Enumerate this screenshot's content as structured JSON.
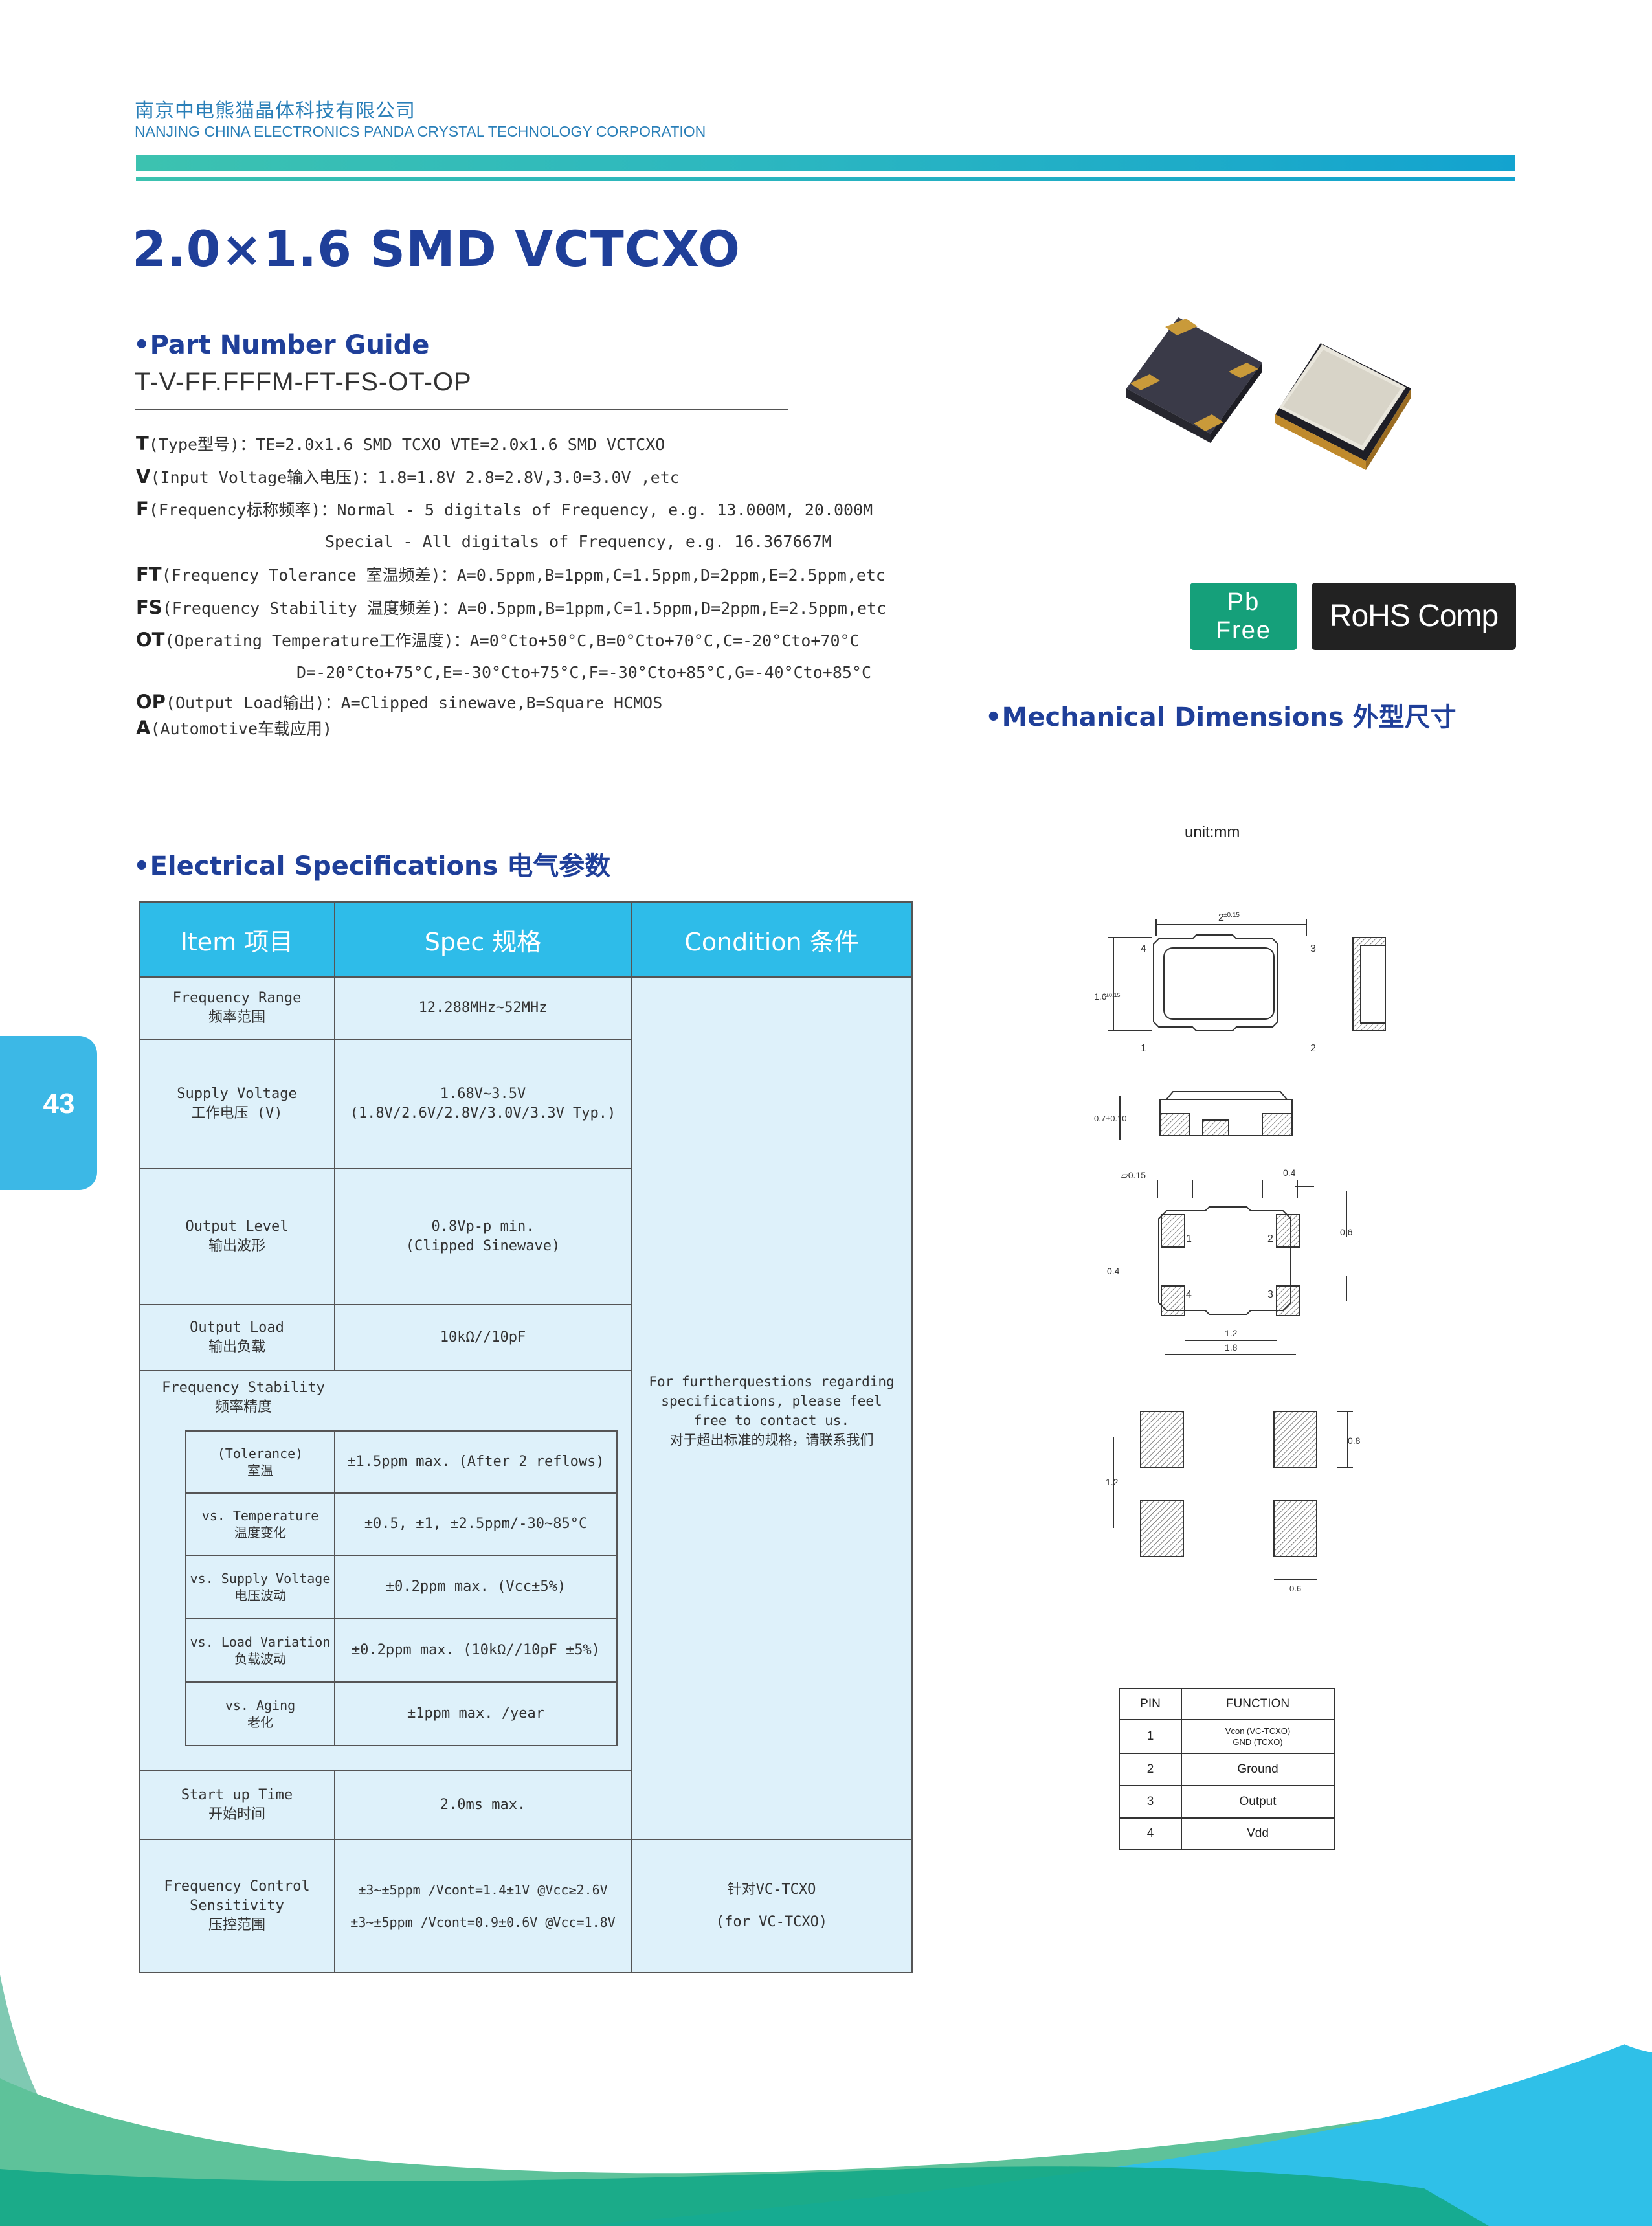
{
  "header": {
    "company_cn": "南京中电熊猫晶体科技有限公司",
    "company_en": "NANJING CHINA ELECTRONICS PANDA CRYSTAL TECHNOLOGY CORPORATION"
  },
  "title": "2.0×1.6 SMD VCTCXO",
  "part_number": {
    "heading": "•Part Number Guide",
    "code": "T-V-FF.FFFM-FT-FS-OT-OP",
    "lines": [
      {
        "key": "T",
        "text": "(Type型号)：TE=2.0x1.6 SMD TCXO  VTE=2.0x1.6 SMD VCTCXO"
      },
      {
        "key": "V",
        "text": "(Input Voltage输入电压)：1.8=1.8V 2.8=2.8V,3.0=3.0V ,etc"
      },
      {
        "key": "F",
        "text": "(Frequency标称频率)：Normal - 5 digitals of Frequency, e.g. 13.000M, 20.000M"
      },
      {
        "key": "",
        "text": "Special - All digitals of Frequency, e.g. 16.367667M"
      },
      {
        "key": "FT",
        "text": "(Frequency Tolerance 室温频差)：A=0.5ppm,B=1ppm,C=1.5ppm,D=2ppm,E=2.5ppm,etc"
      },
      {
        "key": "FS",
        "text": "(Frequency Stability 温度频差)：A=0.5ppm,B=1ppm,C=1.5ppm,D=2ppm,E=2.5ppm,etc"
      },
      {
        "key": "OT",
        "text": "(Operating Temperature工作温度)：A=0°Cto+50°C,B=0°Cto+70°C,C=-20°Cto+70°C"
      },
      {
        "key": "",
        "text": "D=-20°Cto+75°C,E=-30°Cto+75°C,F=-30°Cto+85°C,G=-40°Cto+85°C"
      },
      {
        "key": "OP",
        "text": "(Output Load输出)：A=Clipped sinewave,B=Square HCMOS"
      },
      {
        "key": "A",
        "text": "(Automotive车载应用)"
      }
    ]
  },
  "badges": {
    "pb_line1": "Pb",
    "pb_line2": "Free",
    "rohs": "RoHS Comp iant"
  },
  "mechanical": {
    "heading": "•Mechanical Dimensions 外型尺寸",
    "unit": "unit:mm",
    "labels": {
      "top_width": "2±0.15",
      "side_height": "1.6±0.15",
      "thickness": "0.7±0.10",
      "flatness": "▱0.15",
      "d04_top": "0.4",
      "d06": "0.6",
      "d04_left": "0.4",
      "d12_bottom": "1.2",
      "d18": "1.8",
      "d08": "0.8",
      "d12_left": "1.2",
      "d06_bottom": "0.6",
      "pin1": "1",
      "pin2": "2",
      "pin3": "3",
      "pin4": "4"
    }
  },
  "electrical": {
    "heading": "•Electrical Specifications  电气参数",
    "headers": [
      "Item 项目",
      "Spec 规格",
      "Condition 条件"
    ],
    "rows": [
      {
        "item": "Frequency Range\n频率范围",
        "spec": "12.288MHz~52MHz"
      },
      {
        "item": "Supply Voltage\n工作电压 (V)",
        "spec": "1.68V~3.5V\n(1.8V/2.6V/2.8V/3.0V/3.3V Typ.)"
      },
      {
        "item": "Output Level\n输出波形",
        "spec": "0.8Vp-p min.\n(Clipped Sinewave)"
      },
      {
        "item": "Output Load\n输出负载",
        "spec": "10kΩ//10pF"
      }
    ],
    "stability_label": "Frequency Stability\n频率精度",
    "stability_rows": [
      {
        "item": "(Tolerance)\n室温",
        "spec": "±1.5ppm max. (After 2 reflows)"
      },
      {
        "item": "vs. Temperature\n温度变化",
        "spec": "±0.5, ±1, ±2.5ppm/-30~85°C"
      },
      {
        "item": "vs. Supply Voltage\n电压波动",
        "spec": "±0.2ppm max. (Vcc±5%)"
      },
      {
        "item": "vs. Load Variation\n负载波动",
        "spec": "±0.2ppm max. (10kΩ//10pF ±5%)"
      },
      {
        "item": "vs. Aging\n老化",
        "spec": "±1ppm max. /year"
      }
    ],
    "startup": {
      "item": "Start up Time\n开始时间",
      "spec": "2.0ms max."
    },
    "condition_note": "For furtherquestions regarding\nspecifications, please feel\nfree to contact us.\n对于超出标准的规格，请联系我们",
    "control": {
      "item": "Frequency Control\nSensitivity\n压控范围",
      "spec1": "±3~±5ppm /Vcont=1.4±1V @Vcc≥2.6V",
      "spec2": "±3~±5ppm /Vcont=0.9±0.6V @Vcc=1.8V",
      "cond1": "针对VC-TCXO",
      "cond2": "(for VC-TCXO)"
    }
  },
  "pin_table": {
    "headers": [
      "PIN",
      "FUNCTION"
    ],
    "rows": [
      {
        "pin": "1",
        "func": "Vcon (VC-TCXO)\nGND (TCXO)"
      },
      {
        "pin": "2",
        "func": "Ground"
      },
      {
        "pin": "3",
        "func": "Output"
      },
      {
        "pin": "4",
        "func": "Vdd"
      }
    ]
  },
  "page_number": "43",
  "colors": {
    "brand_blue": "#1f3f99",
    "header_cyan": "#2ebce9",
    "table_bg": "#def1fa",
    "pb_green": "#15a07a",
    "tab_blue": "#3cb8e6"
  }
}
